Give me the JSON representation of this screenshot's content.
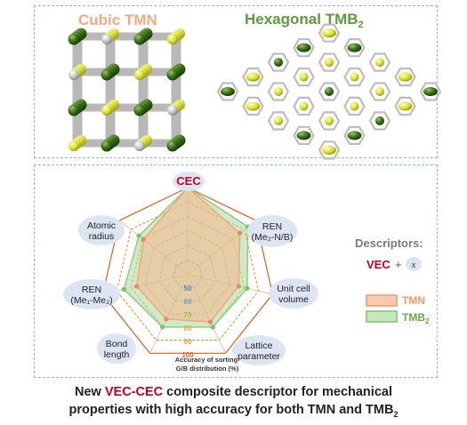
{
  "top": {
    "cubic_title": "Cubic TMN",
    "hex_title_main": "Hexagonal TMB",
    "hex_title_sub": "2"
  },
  "radar": {
    "axes": [
      {
        "label_lines": [
          "CEC"
        ]
      },
      {
        "label_lines": [
          "REN",
          "(Me₂-N/B)"
        ]
      },
      {
        "label_lines": [
          "Unit cell",
          "volume"
        ]
      },
      {
        "label_lines": [
          "Lattice",
          "parameter"
        ]
      },
      {
        "label_lines": [
          "Bond",
          "length"
        ]
      },
      {
        "label_lines": [
          "REN",
          "(Me₁-Me₂)"
        ]
      },
      {
        "label_lines": [
          "Atomic",
          "radius"
        ]
      }
    ],
    "ring_labels": [
      "50",
      "60",
      "70",
      "80",
      "90",
      "100"
    ],
    "ring_values": [
      50,
      60,
      70,
      80,
      90,
      100
    ],
    "ring_colors": [
      "#4a86c6",
      "#6aa7a8",
      "#9bbd57",
      "#e0b733",
      "#ec9a3f",
      "#d9611e"
    ],
    "axis_title_lines": [
      "Accuracy of sorting",
      "G/B distribution (%)"
    ],
    "series": [
      {
        "name": "TMN",
        "color": "#f4a37a",
        "values": [
          100,
          86,
          76,
          76,
          74,
          76,
          79
        ]
      },
      {
        "name": "TMB₂",
        "color": "#8cc97f",
        "values": [
          100,
          93,
          82,
          80,
          80,
          85,
          83
        ]
      }
    ]
  },
  "descriptors": {
    "title": "Descriptors:",
    "vec": "VEC",
    "plus": "+",
    "x": "x"
  },
  "legend": {
    "tmn": "TMN",
    "tmb_main": "TMB",
    "tmb_sub": "2"
  },
  "caption": {
    "line1_pre": "New ",
    "line1_red": "VEC-CEC",
    "line1_post": " composite descriptor for mechanical",
    "line2_main": "properties with high accuracy for both TMN and TMB",
    "line2_sub": "2"
  },
  "colors": {
    "panel_border": "#8fb5d6",
    "cubic_title": "#f4a97e",
    "hex_title": "#5e9a3e",
    "accent_red": "#c0001d",
    "bubble": "#dde4f2",
    "dark_atom": "#2f5c12",
    "light_atom": "#e4e84a",
    "grey_atom": "#c9c9c9"
  }
}
